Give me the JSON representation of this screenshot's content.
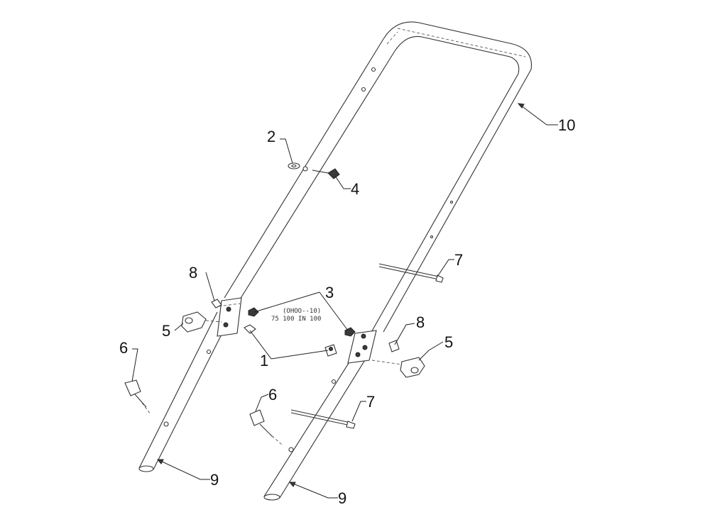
{
  "diagram": {
    "stamp_line1": "(OHOO--10)",
    "stamp_line2": "75 100 IN 100",
    "callouts": {
      "c1": "1",
      "c2": "2",
      "c3": "3",
      "c4": "4",
      "c5a": "5",
      "c5b": "5",
      "c6a": "6",
      "c6b": "6",
      "c7a": "7",
      "c7b": "7",
      "c8a": "8",
      "c8b": "8",
      "c9a": "9",
      "c9b": "9",
      "c10": "10"
    }
  }
}
